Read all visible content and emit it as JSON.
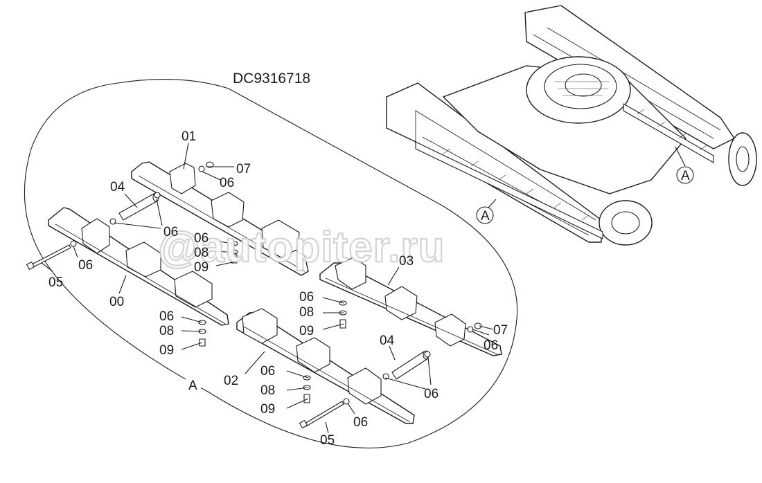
{
  "diagram": {
    "code": "DC9316718",
    "view_label": "A",
    "callout_label": "A",
    "watermark": "@autopiter.ru",
    "callouts": {
      "p00": "00",
      "p01": "01",
      "p02": "02",
      "p03": "03",
      "p04": "04",
      "p05": "05",
      "p06": "06",
      "p07": "07",
      "p08": "08",
      "p09": "09"
    }
  }
}
